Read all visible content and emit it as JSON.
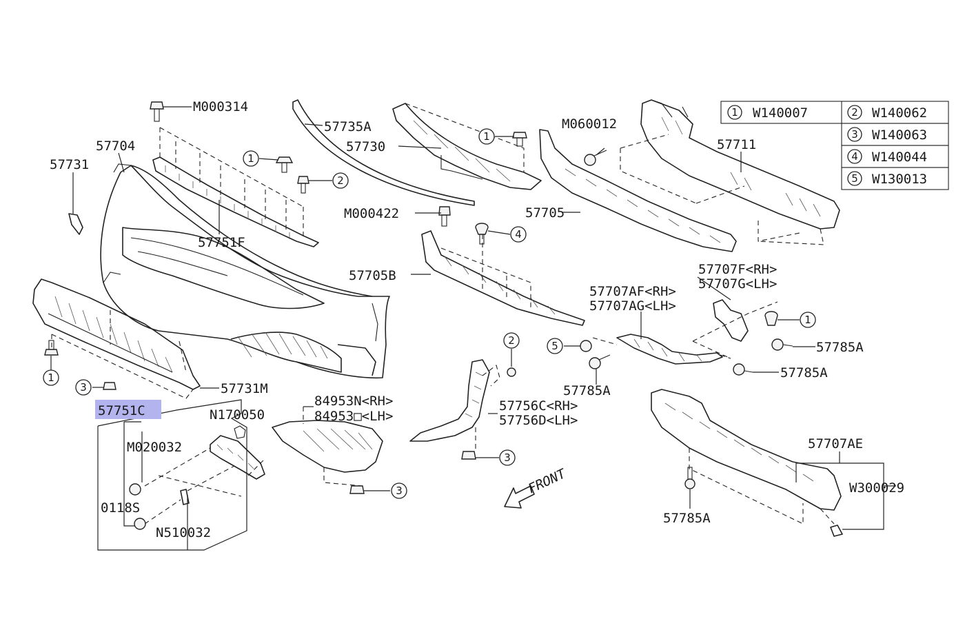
{
  "watermark": "",
  "legend": [
    {
      "num": "1",
      "part": "W140007"
    },
    {
      "num": "2",
      "part": "W140062"
    },
    {
      "num": "3",
      "part": "W140063"
    },
    {
      "num": "4",
      "part": "W140044"
    },
    {
      "num": "5",
      "part": "W130013"
    }
  ],
  "labels": {
    "m000314": "M000314",
    "p57704": "57704",
    "p57731": "57731",
    "p57751f": "57751F",
    "p57735a": "57735A",
    "p57730": "57730",
    "m000422": "M000422",
    "p57705b": "57705B",
    "m060012": "M060012",
    "p57711": "57711",
    "p57705": "57705",
    "p57707f": "57707F<RH>",
    "p57707g": "57707G<LH>",
    "p57707af": "57707AF<RH>",
    "p57707ag": "57707AG<LH>",
    "p57785a_1": "57785A",
    "p57785a_2": "57785A",
    "p57785a_3": "57785A",
    "p57785a_4": "57785A",
    "p57731m": "57731M",
    "p57751c": "57751C",
    "n170050": "N170050",
    "m020032": "M020032",
    "p0118s": "0118S",
    "n510032": "N510032",
    "p84953n": "84953N<RH>",
    "p84953o": "84953□<LH>",
    "p57756c": "57756C<RH>",
    "p57756d": "57756D<LH>",
    "p57707ae": "57707AE",
    "w300029": "W300029",
    "front": "FRONT"
  },
  "callouts": {
    "c1": "1",
    "c2": "2",
    "c3": "3",
    "c4": "1",
    "c5": "2",
    "c6": "3",
    "c7": "1",
    "c8": "4",
    "c9": "5",
    "c10": "1",
    "c11": "3",
    "c12": "3"
  },
  "colors": {
    "highlight": "#b3b3ee",
    "line": "#222222"
  }
}
